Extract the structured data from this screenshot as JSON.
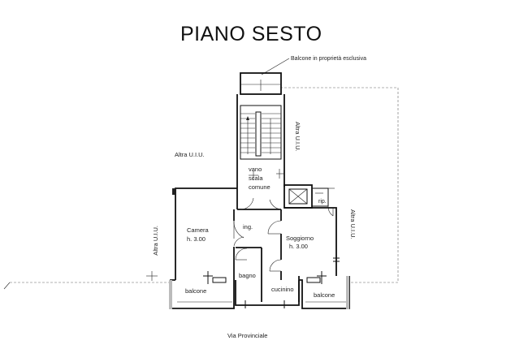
{
  "title": "PIANO SESTO",
  "labels": {
    "balcone_proprieta": "Balcone in proprietà esclusiva",
    "altra_uiu_right_top": "Altra U.I.U.",
    "altra_uiu_left_mid": "Altra U.I.U.",
    "vano_scala_1": "vano",
    "vano_scala_2": "scala",
    "vano_scala_3": "comune",
    "rip": "rip.",
    "altra_uiu_right": "Altra U.I.U.",
    "ing": "ing.",
    "camera": "Camera",
    "camera_h": "h. 3.00",
    "soggiorno": "Soggiorno",
    "soggiorno_h": "h. 3.00",
    "altra_uiu_left": "Altra U.I.U.",
    "bagno": "bagno",
    "cucinino": "cucinino",
    "balcone_left": "balcone",
    "balcone_right": "balcone",
    "street": "Via Provinciale"
  },
  "colors": {
    "line": "#111111",
    "background": "#ffffff"
  }
}
